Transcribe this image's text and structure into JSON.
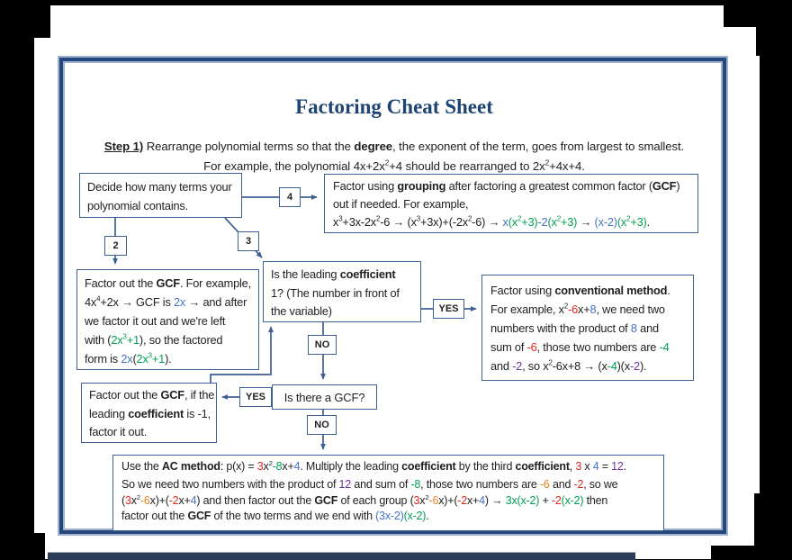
{
  "title": "Factoring Cheat Sheet",
  "colors": {
    "title_navy": "#1F4472",
    "frame_navy": "#24477E",
    "frame_light": "#9FB1CC",
    "box_border": "#3E5F94",
    "text": "#1F1F1F",
    "math_blue": "#4472C4",
    "math_green": "#00A050",
    "math_red": "#E6251C",
    "math_purple": "#7030A0",
    "math_orange": "#E8821E",
    "bottom_bar": "#2C3C58"
  },
  "intro": {
    "line1": [
      {
        "t": "Step 1)",
        "s": "b u"
      },
      {
        "t": " Rearrange polynomial terms so that the "
      },
      {
        "t": "degree",
        "s": "b"
      },
      {
        "t": ", the exponent of the term, goes from largest to smallest."
      }
    ],
    "line2": [
      {
        "t": "For example, the polynomial 4x+2x"
      },
      {
        "t": "2",
        "s": "sup"
      },
      {
        "t": "+4 should be rearranged to 2x"
      },
      {
        "t": "2",
        "s": "sup"
      },
      {
        "t": "+4x+4."
      }
    ]
  },
  "labels": {
    "terms_4": "4",
    "terms_2": "2",
    "terms_3": "3",
    "yes_conventional": "YES",
    "no_leading": "NO",
    "yes_gcf": "YES",
    "no_gcf": "NO"
  },
  "boxes": {
    "decide": {
      "lines": [
        [
          {
            "t": "Decide how many terms your"
          }
        ],
        [
          {
            "t": "polynomial contains."
          }
        ]
      ]
    },
    "grouping": {
      "lines": [
        [
          {
            "t": "Factor using "
          },
          {
            "t": "grouping",
            "s": "b"
          },
          {
            "t": " after factoring a greatest common factor ("
          },
          {
            "t": "GCF",
            "s": "b"
          },
          {
            "t": ")"
          }
        ],
        [
          {
            "t": "out if needed. For example,"
          }
        ],
        [
          {
            "t": "x"
          },
          {
            "t": "3",
            "s": "sup"
          },
          {
            "t": "+3x-2x"
          },
          {
            "t": "2",
            "s": "sup"
          },
          {
            "t": "-6 → (x"
          },
          {
            "t": "3",
            "s": "sup"
          },
          {
            "t": "+3x)+(-2x"
          },
          {
            "t": "2",
            "s": "sup"
          },
          {
            "t": "-6) → "
          },
          {
            "t": "x",
            "s": "blue"
          },
          {
            "t": "(x",
            "s": "green"
          },
          {
            "t": "2",
            "s": "green sup"
          },
          {
            "t": "+3)",
            "s": "green"
          },
          {
            "t": "-2",
            "s": "blue"
          },
          {
            "t": "(x",
            "s": "green"
          },
          {
            "t": "2",
            "s": "green sup"
          },
          {
            "t": "+3)",
            "s": "green"
          },
          {
            "t": " → "
          },
          {
            "t": "(x-2)",
            "s": "blue"
          },
          {
            "t": "(x",
            "s": "green"
          },
          {
            "t": "2",
            "s": "green sup"
          },
          {
            "t": "+3)",
            "s": "green"
          },
          {
            "t": "."
          }
        ]
      ]
    },
    "gcf_two": {
      "lines": [
        [
          {
            "t": "Factor out the "
          },
          {
            "t": "GCF",
            "s": "b"
          },
          {
            "t": ". For example,"
          }
        ],
        [
          {
            "t": "4x"
          },
          {
            "t": "4",
            "s": "sup"
          },
          {
            "t": "+2x → GCF is "
          },
          {
            "t": "2x",
            "s": "blue"
          },
          {
            "t": " → and after"
          }
        ],
        [
          {
            "t": "we factor it out and we're left"
          }
        ],
        [
          {
            "t": "with ("
          },
          {
            "t": "2x",
            "s": "green"
          },
          {
            "t": "3",
            "s": "green sup"
          },
          {
            "t": "+1",
            "s": "green"
          },
          {
            "t": "), so the factored"
          }
        ],
        [
          {
            "t": "form is "
          },
          {
            "t": "2x",
            "s": "blue"
          },
          {
            "t": "("
          },
          {
            "t": "2x",
            "s": "green"
          },
          {
            "t": "3",
            "s": "green sup"
          },
          {
            "t": "+1",
            "s": "green"
          },
          {
            "t": ")."
          }
        ]
      ]
    },
    "leading": {
      "lines": [
        [
          {
            "t": "Is the leading "
          },
          {
            "t": "coefficient",
            "s": "b"
          }
        ],
        [
          {
            "t": "1? (The number in front of"
          }
        ],
        [
          {
            "t": "the variable)"
          }
        ]
      ]
    },
    "conventional": {
      "lines": [
        [
          {
            "t": "Factor using "
          },
          {
            "t": "conventional method",
            "s": "b"
          },
          {
            "t": "."
          }
        ],
        [
          {
            "t": "For example, x"
          },
          {
            "t": "2",
            "s": "sup"
          },
          {
            "t": "-6",
            "s": "red"
          },
          {
            "t": "x+"
          },
          {
            "t": "8",
            "s": "blue"
          },
          {
            "t": ", we need two"
          }
        ],
        [
          {
            "t": "numbers with the product of "
          },
          {
            "t": "8",
            "s": "blue"
          },
          {
            "t": " and"
          }
        ],
        [
          {
            "t": "sum of "
          },
          {
            "t": "-6",
            "s": "red"
          },
          {
            "t": ", those two numbers are "
          },
          {
            "t": "-4",
            "s": "green"
          }
        ],
        [
          {
            "t": "and "
          },
          {
            "t": "-2",
            "s": "purple"
          },
          {
            "t": ", so x"
          },
          {
            "t": "2",
            "s": "sup"
          },
          {
            "t": "-6x+8 → (x"
          },
          {
            "t": "-4",
            "s": "green"
          },
          {
            "t": ")(x"
          },
          {
            "t": "-2",
            "s": "purple"
          },
          {
            "t": ")."
          }
        ]
      ]
    },
    "minus_one": {
      "lines": [
        [
          {
            "t": "Factor out the "
          },
          {
            "t": "GCF",
            "s": "b"
          },
          {
            "t": ", if the"
          }
        ],
        [
          {
            "t": "leading "
          },
          {
            "t": "coefficient",
            "s": "b"
          },
          {
            "t": " is -1,"
          }
        ],
        [
          {
            "t": "factor it out."
          }
        ]
      ]
    },
    "gcf_question": {
      "lines": [
        [
          {
            "t": "Is there a GCF?"
          }
        ]
      ]
    },
    "ac_method": {
      "lines": [
        [
          {
            "t": "Use the "
          },
          {
            "t": "AC method",
            "s": "b"
          },
          {
            "t": ": p(x) = "
          },
          {
            "t": "3",
            "s": "red"
          },
          {
            "t": "x"
          },
          {
            "t": "2",
            "s": "sup"
          },
          {
            "t": "-8",
            "s": "green"
          },
          {
            "t": "x+"
          },
          {
            "t": "4",
            "s": "blue"
          },
          {
            "t": ". Multiply the leading "
          },
          {
            "t": "coefficient",
            "s": "b"
          },
          {
            "t": " by the third "
          },
          {
            "t": "coefficient",
            "s": "b"
          },
          {
            "t": ", "
          },
          {
            "t": "3",
            "s": "red"
          },
          {
            "t": " x "
          },
          {
            "t": "4",
            "s": "blue"
          },
          {
            "t": " = "
          },
          {
            "t": "12",
            "s": "purple"
          },
          {
            "t": "."
          }
        ],
        [
          {
            "t": "So we need two numbers with the product of "
          },
          {
            "t": "12",
            "s": "purple"
          },
          {
            "t": " and sum of "
          },
          {
            "t": "-8",
            "s": "green"
          },
          {
            "t": ", those two numbers are "
          },
          {
            "t": "-6",
            "s": "orange"
          },
          {
            "t": " and "
          },
          {
            "t": "-2",
            "s": "red"
          },
          {
            "t": ", so we"
          }
        ],
        [
          {
            "t": "("
          },
          {
            "t": "3",
            "s": "red"
          },
          {
            "t": "x"
          },
          {
            "t": "2",
            "s": "sup"
          },
          {
            "t": "-6",
            "s": "orange"
          },
          {
            "t": "x)+("
          },
          {
            "t": "-2",
            "s": "red"
          },
          {
            "t": "x+"
          },
          {
            "t": "4",
            "s": "blue"
          },
          {
            "t": ") and then factor out the "
          },
          {
            "t": "GCF",
            "s": "b"
          },
          {
            "t": " of each group ("
          },
          {
            "t": "3",
            "s": "red"
          },
          {
            "t": "x"
          },
          {
            "t": "2",
            "s": "sup"
          },
          {
            "t": "-6",
            "s": "orange"
          },
          {
            "t": "x)+("
          },
          {
            "t": "-2",
            "s": "red"
          },
          {
            "t": "x+"
          },
          {
            "t": "4",
            "s": "blue"
          },
          {
            "t": ") → "
          },
          {
            "t": "3x(x-2)",
            "s": "green"
          },
          {
            "t": " + "
          },
          {
            "t": "-2",
            "s": "red"
          },
          {
            "t": "(x-2)",
            "s": "green"
          },
          {
            "t": " then"
          }
        ],
        [
          {
            "t": "factor out the "
          },
          {
            "t": "GCF",
            "s": "b"
          },
          {
            "t": " of the two terms and we end with "
          },
          {
            "t": "(3x-2)",
            "s": "blue"
          },
          {
            "t": "(x-2)",
            "s": "green"
          },
          {
            "t": "."
          }
        ]
      ]
    }
  }
}
